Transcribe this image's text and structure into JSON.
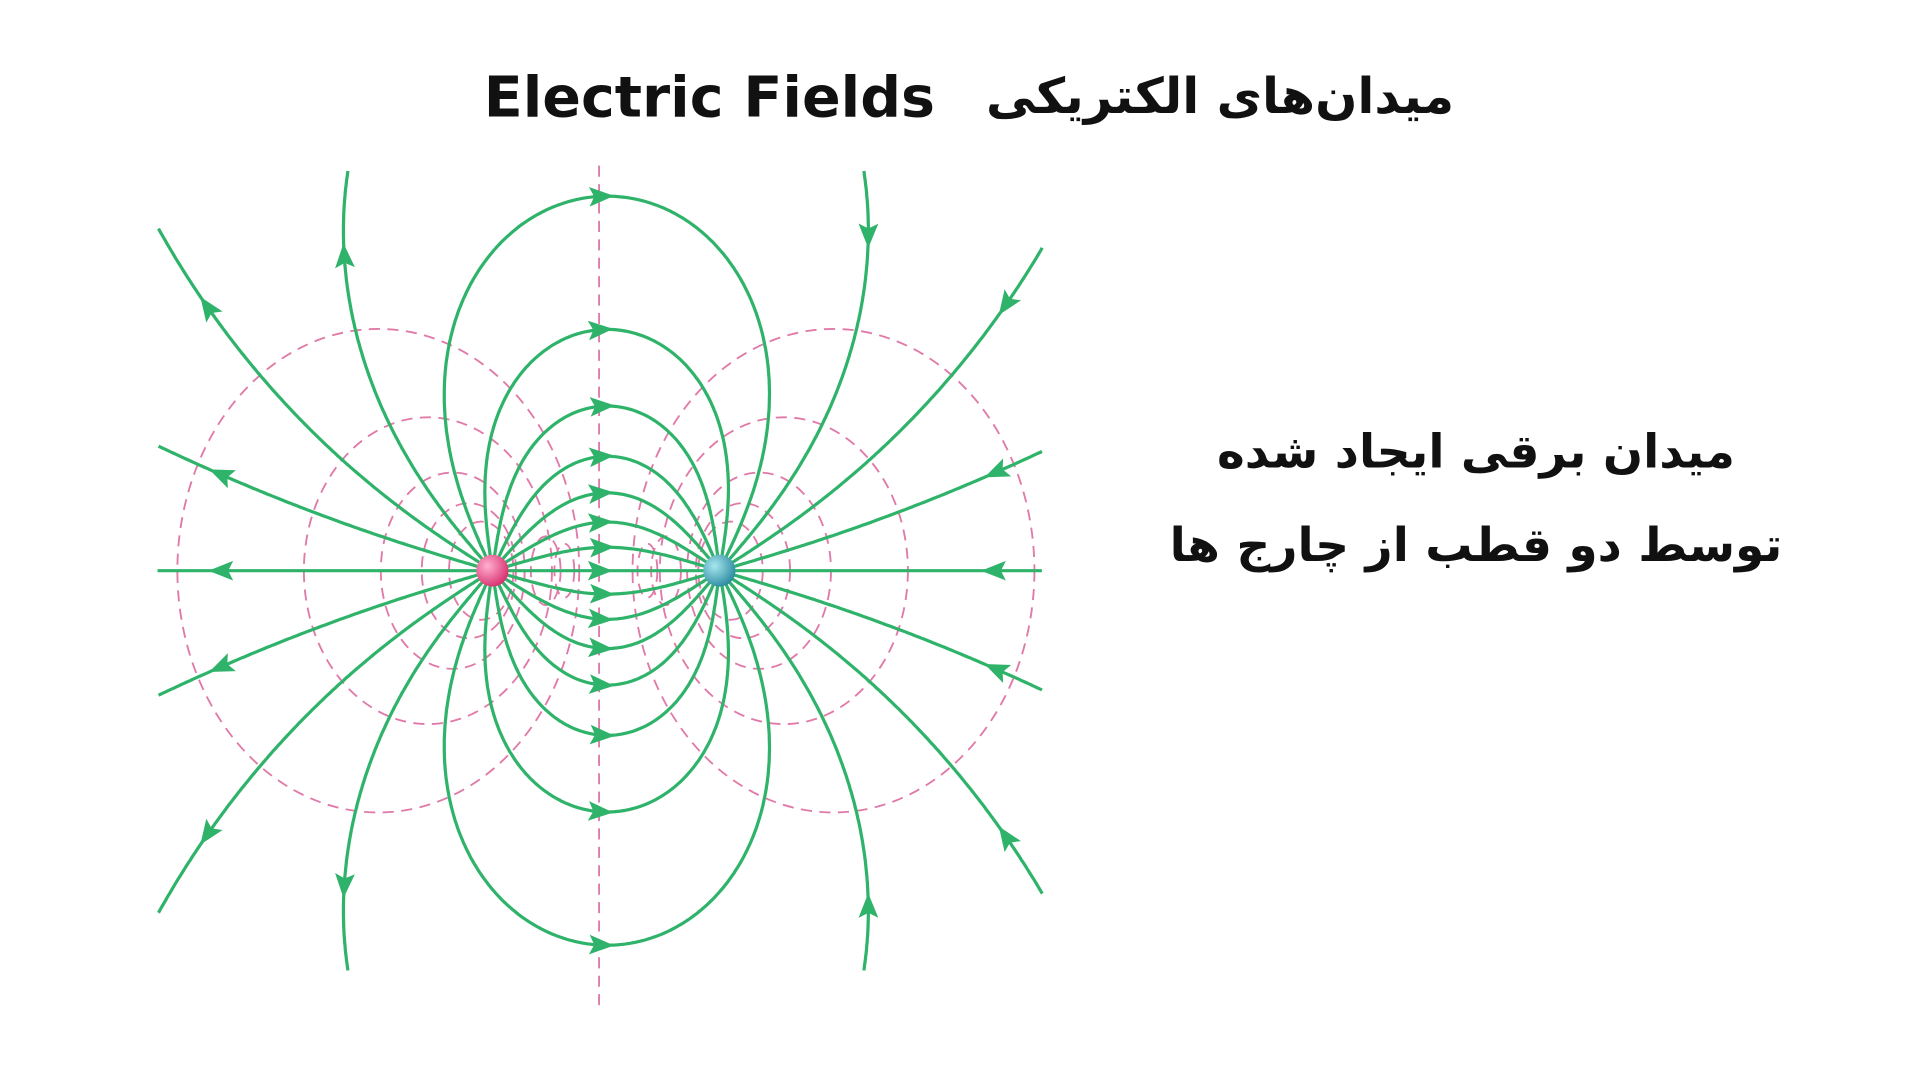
{
  "title": {
    "english": "Electric Fields",
    "persian": "میدان‌های الکتریکی"
  },
  "description": {
    "line1": "میدان برقی ایجاد شده",
    "line2": "توسط دو قطب از چارج ها"
  },
  "diagram": {
    "type": "electric dipole field lines",
    "charges": [
      {
        "sign": "positive",
        "color": "#e0407f"
      },
      {
        "sign": "negative",
        "color": "#3a9fb0"
      }
    ],
    "colors": {
      "field_line": "#2fb36a",
      "equipotential": "#e07aa8",
      "axis": "#e07aa8"
    }
  }
}
